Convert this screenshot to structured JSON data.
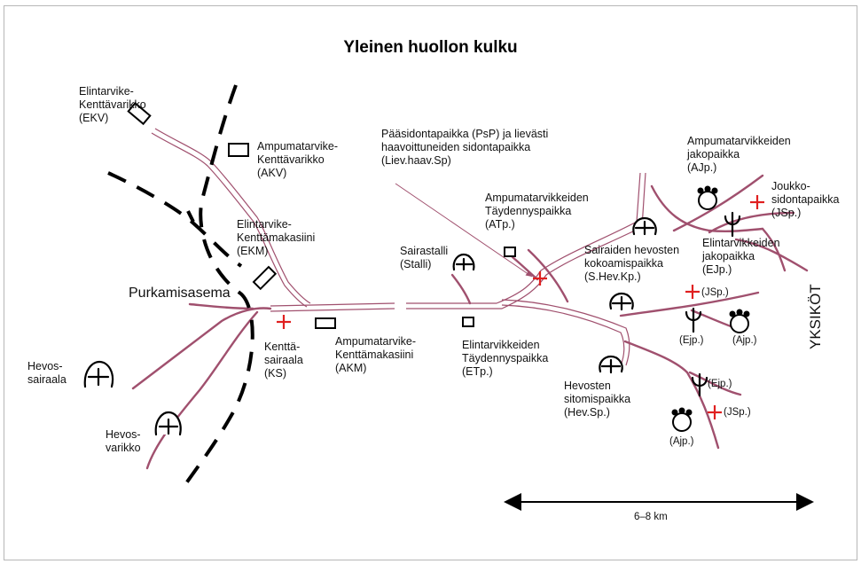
{
  "title": "Yleinen huollon kulku",
  "distance_label": "6–8 km",
  "side_label": "YKSIKÖT",
  "colors": {
    "road": "#a0506e",
    "cross": "#e02020",
    "front_line": "#000000"
  },
  "labels": {
    "ekv": [
      "Elintarvike-",
      "Kenttävarikko",
      "(EKV)"
    ],
    "akv": [
      "Ampumatarvike-",
      "Kenttävarikko",
      "(AKV)"
    ],
    "ekm": [
      "Elintarvike-",
      "Kenttämakasiini",
      "(EKM)"
    ],
    "purkamisasema": "Purkamisasema",
    "hevossairaala": [
      "Hevos-",
      "sairaala"
    ],
    "hevosvarikko": [
      "Hevos-",
      "varikko"
    ],
    "ks": [
      "Kenttä-",
      "sairaala",
      "(KS)"
    ],
    "akm": [
      "Ampumatarvike-",
      "Kenttämakasiini",
      "(AKM)"
    ],
    "psp": [
      "Pääsidontapaikka (PsP) ja lievästi",
      "haavoittuneiden sidontapaikka",
      "(Liev.haav.Sp)"
    ],
    "stalli": [
      "Sairastalli",
      "(Stalli)"
    ],
    "atp": [
      "Ampumatarvikkeiden",
      "Täydennyspaikka",
      "(ATp.)"
    ],
    "etp": [
      "Elintarvikkeiden",
      "Täydennyspaikka",
      "(ETp.)"
    ],
    "shev": [
      "Sairaiden hevosten",
      "kokoamispaikka",
      "(S.Hev.Kp.)"
    ],
    "hevsp": [
      "Hevosten",
      "sitomispaikka",
      "(Hev.Sp.)"
    ],
    "ajp_top": [
      "Ampumatarvikkeiden",
      "jakopaikka",
      "(AJp.)"
    ],
    "jsp_top": [
      "Joukko-",
      "sidontapaikka",
      "(JSp.)"
    ],
    "ejp_top": [
      "Elintarvikkeiden",
      "jakopaikka",
      "(EJp.)"
    ],
    "jsp_mid": "(JSp.)",
    "ejp_mid": "(Ejp.)",
    "ajp_mid": "(Ajp.)",
    "ejp_low": "(Ejp.)",
    "jsp_low": "(JSp.)",
    "ajp_low": "(Ajp.)"
  }
}
